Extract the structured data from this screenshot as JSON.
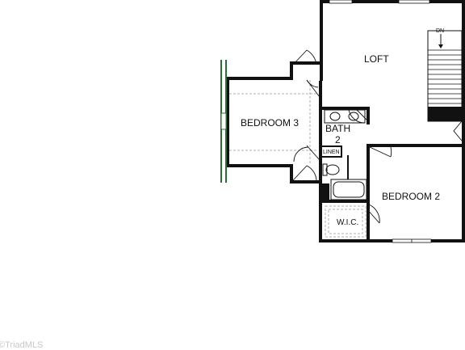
{
  "rooms": {
    "loft": "LOFT",
    "bedroom3": "BEDROOM 3",
    "bath2_line1": "BATH",
    "bath2_line2": "2",
    "linen": "LINEN",
    "bedroom2": "BEDROOM 2",
    "wic": "W.I.C."
  },
  "stairs": {
    "label": "DN"
  },
  "watermark": "©TriadMLS",
  "colors": {
    "wall": "#111111",
    "window_accent": "#2e6b3a",
    "shelf_dash": "#999999"
  }
}
